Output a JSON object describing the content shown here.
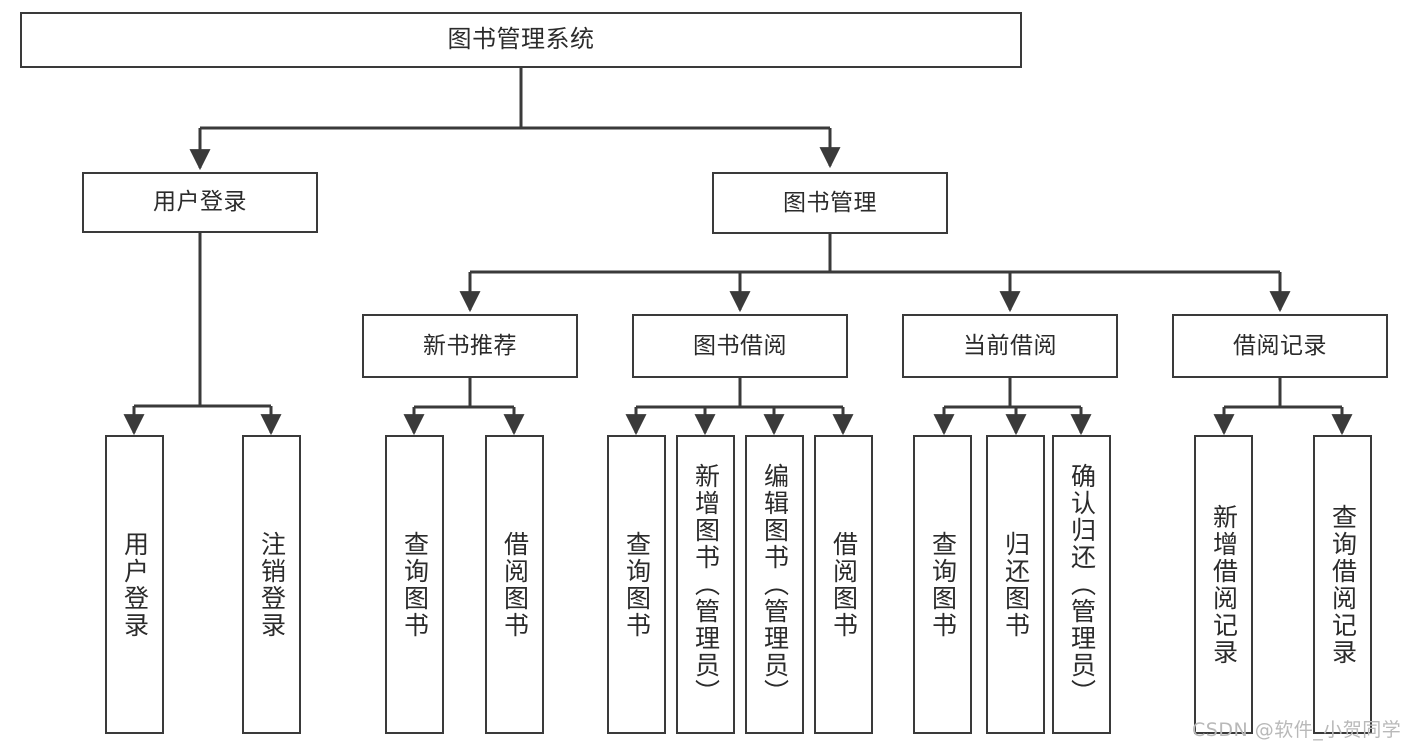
{
  "diagram": {
    "title": "图书管理系统",
    "style": {
      "box_border_color": "#3a3a3a",
      "box_fill_color": "#ffffff",
      "text_color": "#2b2b2b",
      "connector_color": "#3a3a3a",
      "background_color": "#ffffff"
    },
    "root": {
      "label": "图书管理系统"
    },
    "level2": [
      {
        "label": "用户登录"
      },
      {
        "label": "图书管理"
      }
    ],
    "level3": [
      {
        "label": "新书推荐"
      },
      {
        "label": "图书借阅"
      },
      {
        "label": "当前借阅"
      },
      {
        "label": "借阅记录"
      }
    ],
    "leaves": {
      "user_login": [
        {
          "label": "用户登录"
        },
        {
          "label": "注销登录"
        }
      ],
      "new_book_recommend": [
        {
          "label": "查询图书"
        },
        {
          "label": "借阅图书"
        }
      ],
      "book_borrow": [
        {
          "label": "查询图书"
        },
        {
          "label": "新增图书（管理员）"
        },
        {
          "label": "编辑图书（管理员）"
        },
        {
          "label": "借阅图书"
        }
      ],
      "current_borrow": [
        {
          "label": "查询图书"
        },
        {
          "label": "归还图书"
        },
        {
          "label": "确认归还（管理员）"
        }
      ],
      "borrow_record": [
        {
          "label": "新增借阅记录"
        },
        {
          "label": "查询借阅记录"
        }
      ]
    }
  },
  "watermark": {
    "text": "CSDN @软件_小贺同学"
  }
}
